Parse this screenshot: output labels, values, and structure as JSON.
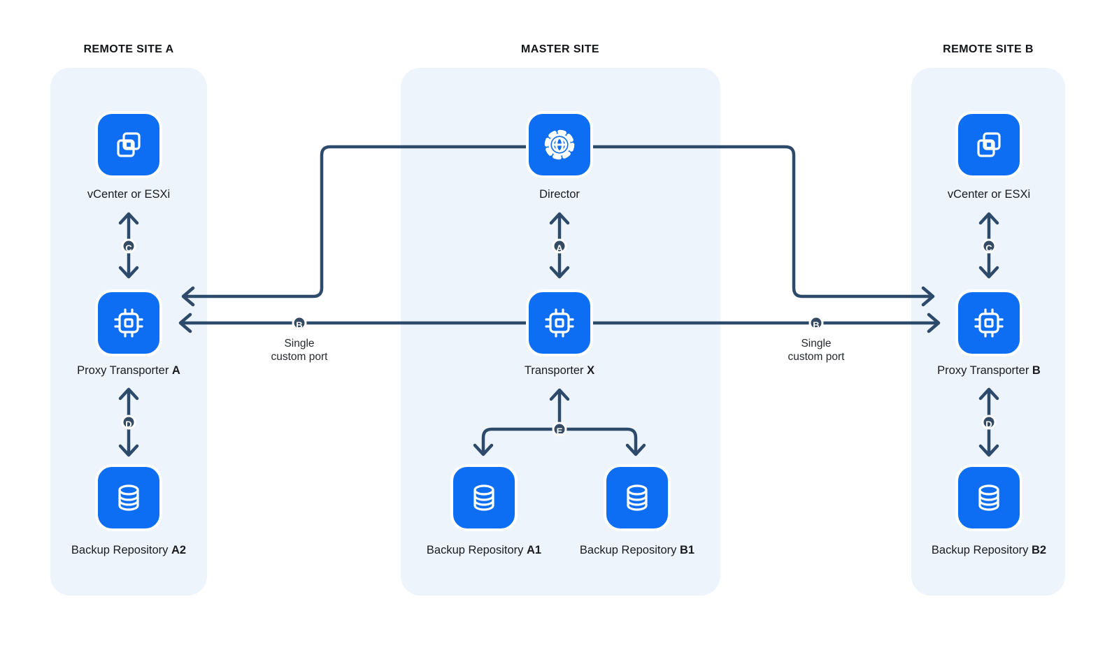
{
  "colors": {
    "accent_blue": "#0d6ef4",
    "line_navy": "#2e4a6b",
    "badge_navy": "#354b63",
    "site_bg": "#edf4fc",
    "text_dark": "#17191c"
  },
  "sites": [
    {
      "title": "REMOTE SITE A",
      "nodes": [
        {
          "icon": "vsphere-icon",
          "label": "vCenter or ESXi",
          "label_bold": ""
        },
        {
          "icon": "chip-icon",
          "label": "Proxy Transporter ",
          "label_bold": "A"
        },
        {
          "icon": "database-icon",
          "label": "Backup Repository ",
          "label_bold": "A2"
        }
      ]
    },
    {
      "title": "MASTER SITE",
      "nodes": [
        {
          "icon": "gear-globe-icon",
          "label": "Director",
          "label_bold": ""
        },
        {
          "icon": "chip-icon",
          "label": "Transporter ",
          "label_bold": "X"
        },
        {
          "icon": "database-icon",
          "label": "Backup Repository ",
          "label_bold": "A1"
        },
        {
          "icon": "database-icon",
          "label": "Backup Repository ",
          "label_bold": "B1"
        }
      ]
    },
    {
      "title": "REMOTE SITE B",
      "nodes": [
        {
          "icon": "vsphere-icon",
          "label": "vCenter or ESXi",
          "label_bold": ""
        },
        {
          "icon": "chip-icon",
          "label": "Proxy Transporter ",
          "label_bold": "B"
        },
        {
          "icon": "database-icon",
          "label": "Backup Repository ",
          "label_bold": "B2"
        }
      ]
    }
  ],
  "badges": {
    "a": "A",
    "b": "B",
    "c": "C",
    "d": "D",
    "e": "E"
  },
  "port_label": {
    "line1": "Single",
    "line2": "custom port"
  }
}
